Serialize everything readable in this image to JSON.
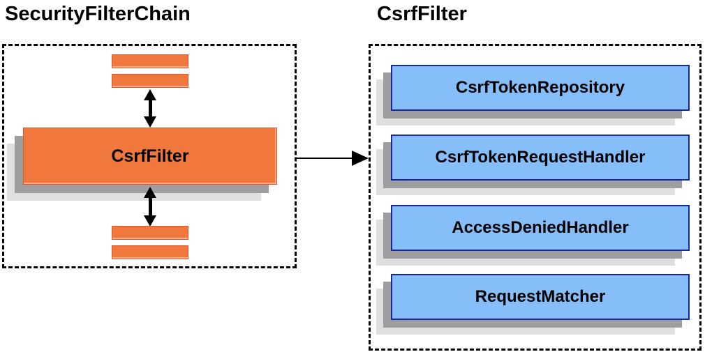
{
  "colors": {
    "orange": "#f0783c",
    "orange-border": "#e1552c",
    "blue": "#85bef8",
    "blue-border": "#1727a3",
    "shadow-mid": "#9e9ea0",
    "shadow-light": "#dfdfe1",
    "arrow": "#000000",
    "text": "#000000"
  },
  "left_panel": {
    "title": "SecurityFilterChain",
    "csrf_filter_label": "CsrfFilter"
  },
  "right_panel": {
    "title": "CsrfFilter",
    "components": [
      {
        "label": "CsrfTokenRepository"
      },
      {
        "label": "CsrfTokenRequestHandler"
      },
      {
        "label": "AccessDeniedHandler"
      },
      {
        "label": "RequestMatcher"
      }
    ]
  }
}
